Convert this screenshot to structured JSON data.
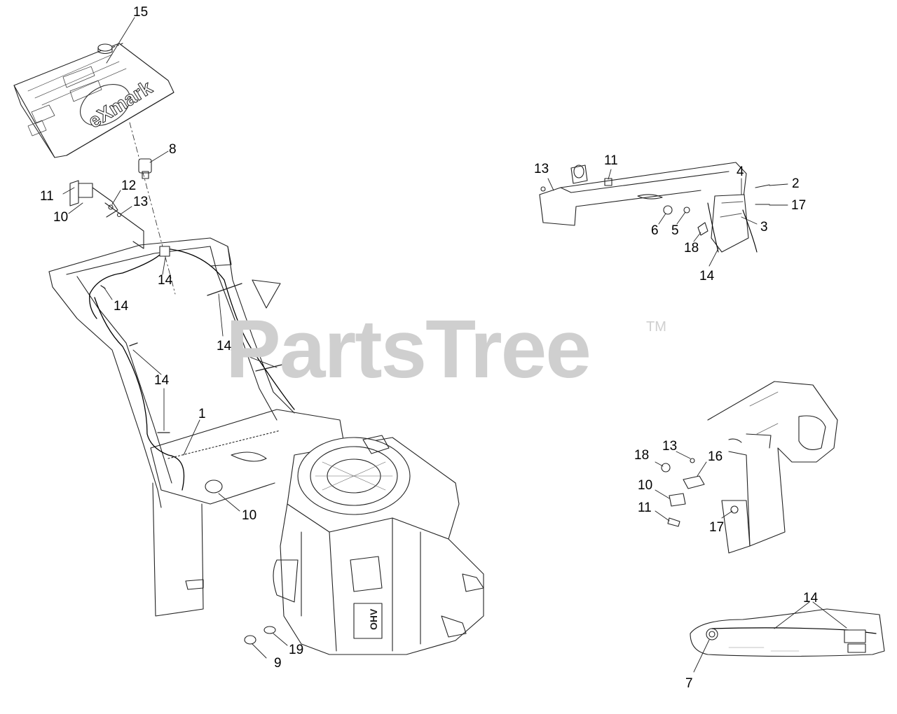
{
  "watermark": {
    "text": "PartsTree",
    "tm": "TM"
  },
  "panel_logo_text": "eXmark",
  "engine_label_text": "OHV",
  "callouts": [
    {
      "id": "c15",
      "label": "15"
    },
    {
      "id": "c8",
      "label": "8"
    },
    {
      "id": "c11a",
      "label": "11"
    },
    {
      "id": "c12",
      "label": "12"
    },
    {
      "id": "c10a",
      "label": "10"
    },
    {
      "id": "c13a",
      "label": "13"
    },
    {
      "id": "c14a",
      "label": "14"
    },
    {
      "id": "c14b",
      "label": "14"
    },
    {
      "id": "c14c",
      "label": "14"
    },
    {
      "id": "c14d",
      "label": "14"
    },
    {
      "id": "c1",
      "label": "1"
    },
    {
      "id": "c10b",
      "label": "10"
    },
    {
      "id": "c19",
      "label": "19"
    },
    {
      "id": "c9",
      "label": "9"
    },
    {
      "id": "c13b",
      "label": "13"
    },
    {
      "id": "c11b",
      "label": "11"
    },
    {
      "id": "c4",
      "label": "4"
    },
    {
      "id": "c2",
      "label": "2"
    },
    {
      "id": "c17a",
      "label": "17"
    },
    {
      "id": "c6",
      "label": "6"
    },
    {
      "id": "c5",
      "label": "5"
    },
    {
      "id": "c3",
      "label": "3"
    },
    {
      "id": "c18a",
      "label": "18"
    },
    {
      "id": "c14e",
      "label": "14"
    },
    {
      "id": "c18b",
      "label": "18"
    },
    {
      "id": "c13c",
      "label": "13"
    },
    {
      "id": "c16",
      "label": "16"
    },
    {
      "id": "c10c",
      "label": "10"
    },
    {
      "id": "c11c",
      "label": "11"
    },
    {
      "id": "c17b",
      "label": "17"
    },
    {
      "id": "c14f",
      "label": "14"
    },
    {
      "id": "c7",
      "label": "7"
    }
  ]
}
